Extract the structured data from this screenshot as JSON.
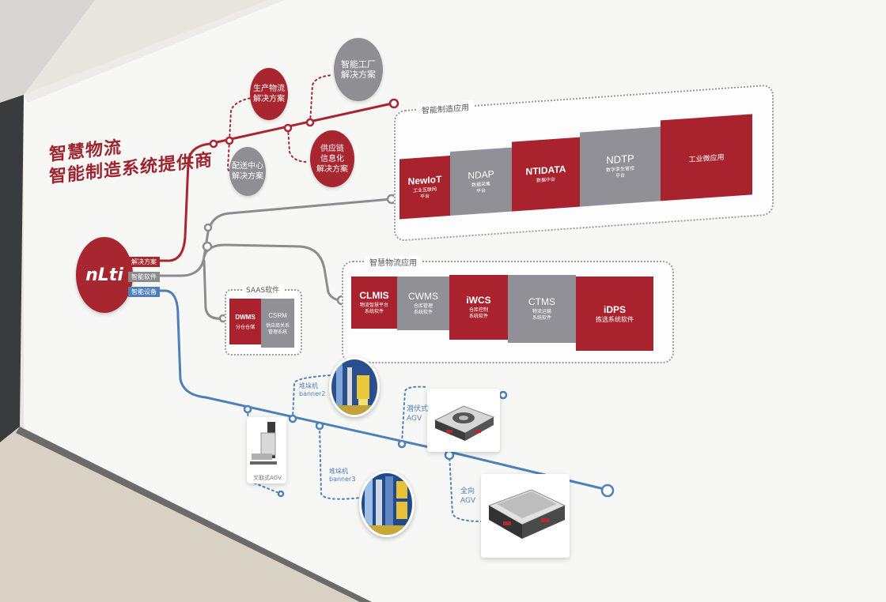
{
  "title": {
    "line1": "智慧物流",
    "line2": "智能制造系统提供商"
  },
  "logo": {
    "text": "nLti"
  },
  "branches": {
    "solutions": "解决方案",
    "software": "智能软件",
    "equipment": "智能设备"
  },
  "solution_nodes": {
    "production": "生产物流\n解决方案",
    "smart_factory": "智能工厂\n解决方案",
    "distribution": "配送中心\n解决方案",
    "supply_chain": "供应链\n信息化\n解决方案"
  },
  "manufacturing_panel": {
    "title": "智能制造应用",
    "blocks": [
      {
        "title": "NewIoT",
        "sub": "工业互联网\n平台"
      },
      {
        "title": "NDAP",
        "sub": "数据采集\n平台"
      },
      {
        "title": "NTIDATA",
        "sub": "数据中台"
      },
      {
        "title": "NDTP",
        "sub": "数字孪生管控\n平台"
      },
      {
        "title": "",
        "sub": "工业微应用"
      }
    ]
  },
  "logistics_panel": {
    "title": "智慧物流应用",
    "blocks": [
      {
        "title": "CLMIS",
        "sub": "物流智慧平台\n系统软件"
      },
      {
        "title": "CWMS",
        "sub": "仓库管理\n系统软件"
      },
      {
        "title": "iWCS",
        "sub": "仓库控制\n系统软件"
      },
      {
        "title": "CTMS",
        "sub": "物流运输\n系统软件"
      },
      {
        "title": "iDPS",
        "sub": "拣选系统软件"
      }
    ]
  },
  "saas_panel": {
    "title": "SAAS软件",
    "blocks": [
      {
        "title": "DWMS",
        "sub": "分仓仓储"
      },
      {
        "title": "CSRM",
        "sub": "供应商关系\n管理系统"
      }
    ]
  },
  "equipment": {
    "stacker2": "堆垛机\nbanner2",
    "stacker3": "堆垛机\nbanner3",
    "latent_agv": "潜伏式\nAGV",
    "omni_agv": "全向\nAGV",
    "forklift_agv": "叉取式AGV"
  },
  "colors": {
    "brand_red": "#a7262f",
    "grey": "#919096",
    "line_blue": "#4d7fb8"
  }
}
